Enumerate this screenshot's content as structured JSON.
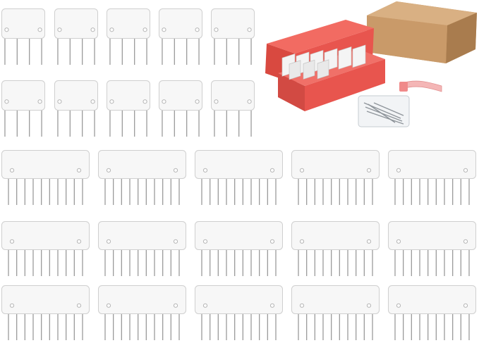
{
  "product_photo": {
    "background_color": "#ffffff",
    "comb_color": "#f7f7f7",
    "comb_edge_color": "#cfcfcf",
    "pin_color": "#9a9a9a",
    "storage_box_color": "#e8554e",
    "shipping_box_color": "#c89a68",
    "tape_measure_color": "#f4b6b6",
    "small_combs": {
      "pin_count": 4,
      "count": 10
    },
    "large_combs": {
      "pin_count": 10,
      "count": 15
    },
    "included_items": [
      "storage-box",
      "shipping-box",
      "tape-measure",
      "t-pins"
    ]
  }
}
